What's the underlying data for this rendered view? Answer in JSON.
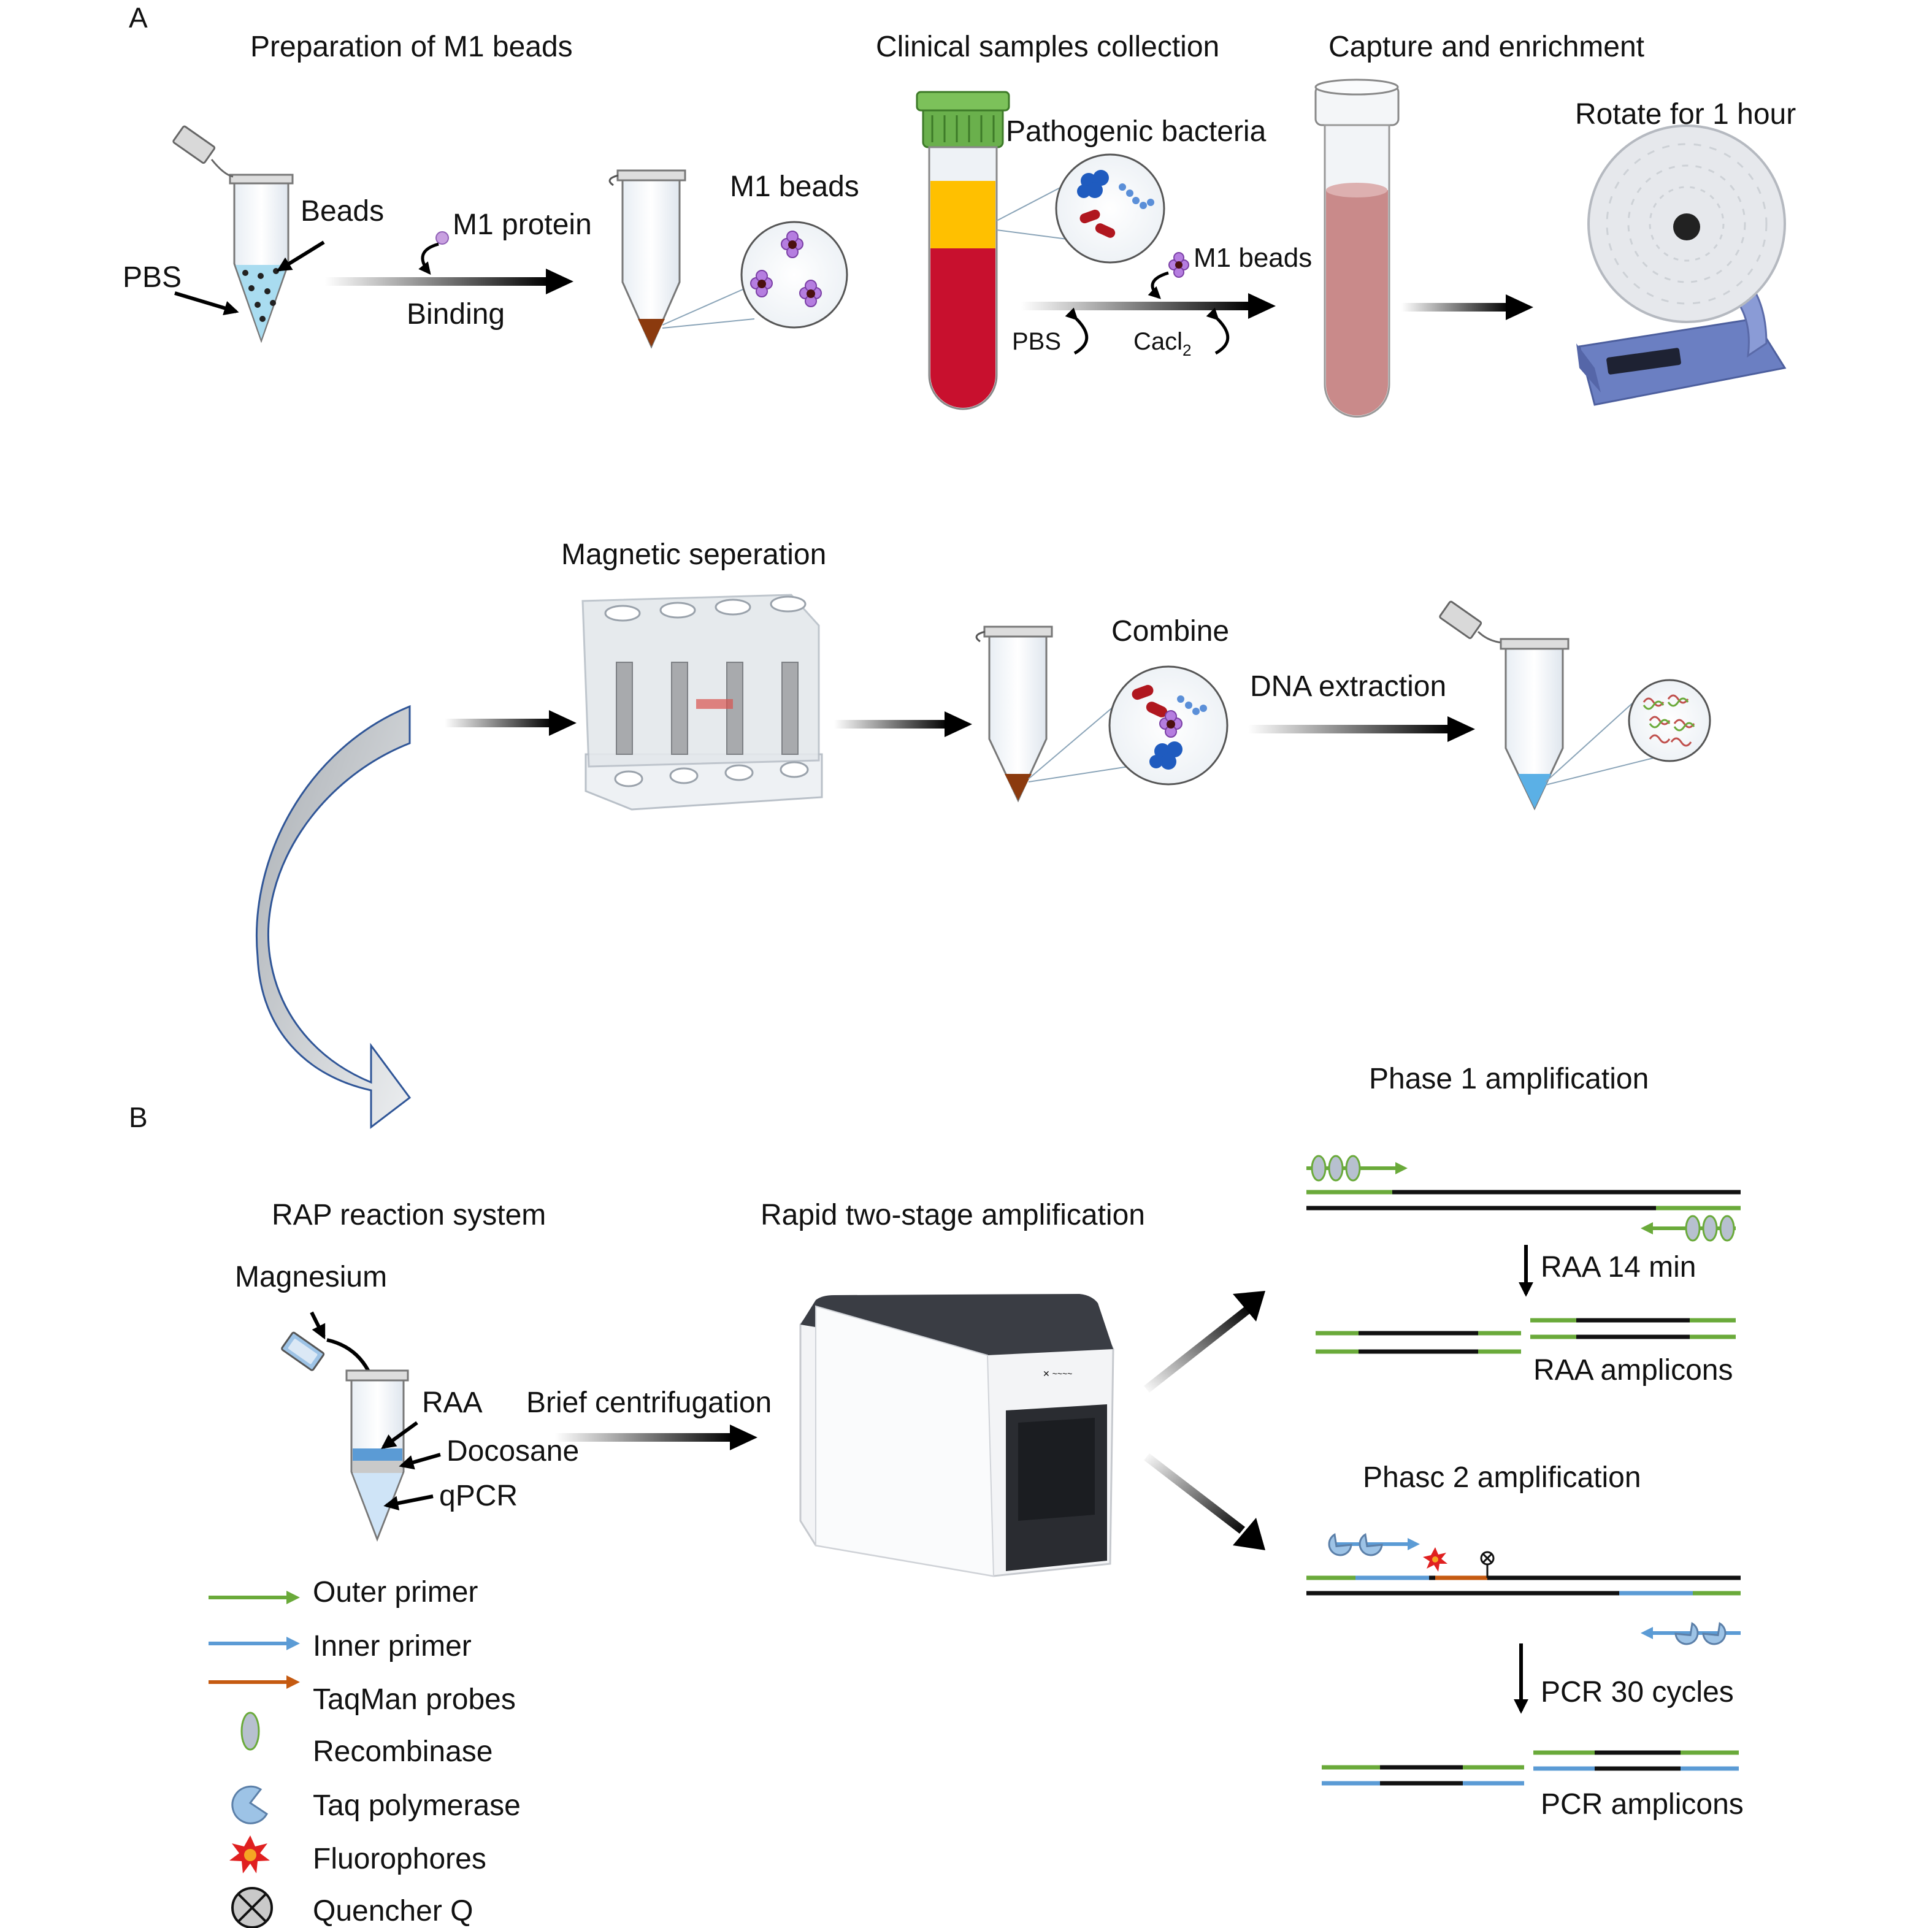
{
  "panels": {
    "a": "A",
    "b": "B"
  },
  "section_a": {
    "prep_title": "Preparation of M1 beads",
    "beads_label": "Beads",
    "pbs_label": "PBS",
    "m1_protein_label": "M1 protein",
    "binding_label": "Binding",
    "m1_beads_label": "M1 beads",
    "clinical_title": "Clinical samples collection",
    "pathogenic_label": "Pathogenic bacteria",
    "m1_beads_small": "M1 beads",
    "pbs_small": "PBS",
    "cacl_label": "Cacl",
    "cacl_sub": "2",
    "capture_title": "Capture and enrichment",
    "rotate_label": "Rotate for 1 hour",
    "magnetic_title": "Magnetic seperation",
    "combine_label": "Combine",
    "dna_label": "DNA extraction"
  },
  "section_b": {
    "rap_title": "RAP reaction system",
    "magnesium_label": "Magnesium",
    "raa_label": "RAA",
    "docosane_label": "Docosane",
    "qpcr_label": "qPCR",
    "brief_label": "Brief centrifugation",
    "rapid_title": "Rapid two-stage amplification",
    "phase1_title": "Phase 1 amplification",
    "raa_step": "RAA 14 min",
    "raa_amplicons": "RAA amplicons",
    "phase2_title": "Phasc 2 amplification",
    "pcr_step": "PCR 30 cycles",
    "pcr_amplicons": "PCR amplicons"
  },
  "legend": [
    {
      "icon": "green-arrow",
      "label": "Outer primer"
    },
    {
      "icon": "blue-arrow",
      "label": "Inner primer"
    },
    {
      "icon": "orange-arrow",
      "label": "TaqMan probes"
    },
    {
      "icon": "oval-icon",
      "label": "Recombinase"
    },
    {
      "icon": "pacman-icon",
      "label": "Taq polymerase"
    },
    {
      "icon": "star-icon",
      "label": "Fluorophores"
    },
    {
      "icon": "quencher-icon",
      "label": "Quencher Q"
    }
  ],
  "colors": {
    "outer_primer": "#6aaa3a",
    "inner_primer": "#5b9bd5",
    "probe": "#c55a11",
    "blood": "#c8102e",
    "plasma": "#ffc000",
    "bead_purple": "#c08ae0",
    "bacteria_blue": "#1f5bbf",
    "bacteria_red": "#b0171f",
    "device_blue": "#6b7fc2"
  }
}
